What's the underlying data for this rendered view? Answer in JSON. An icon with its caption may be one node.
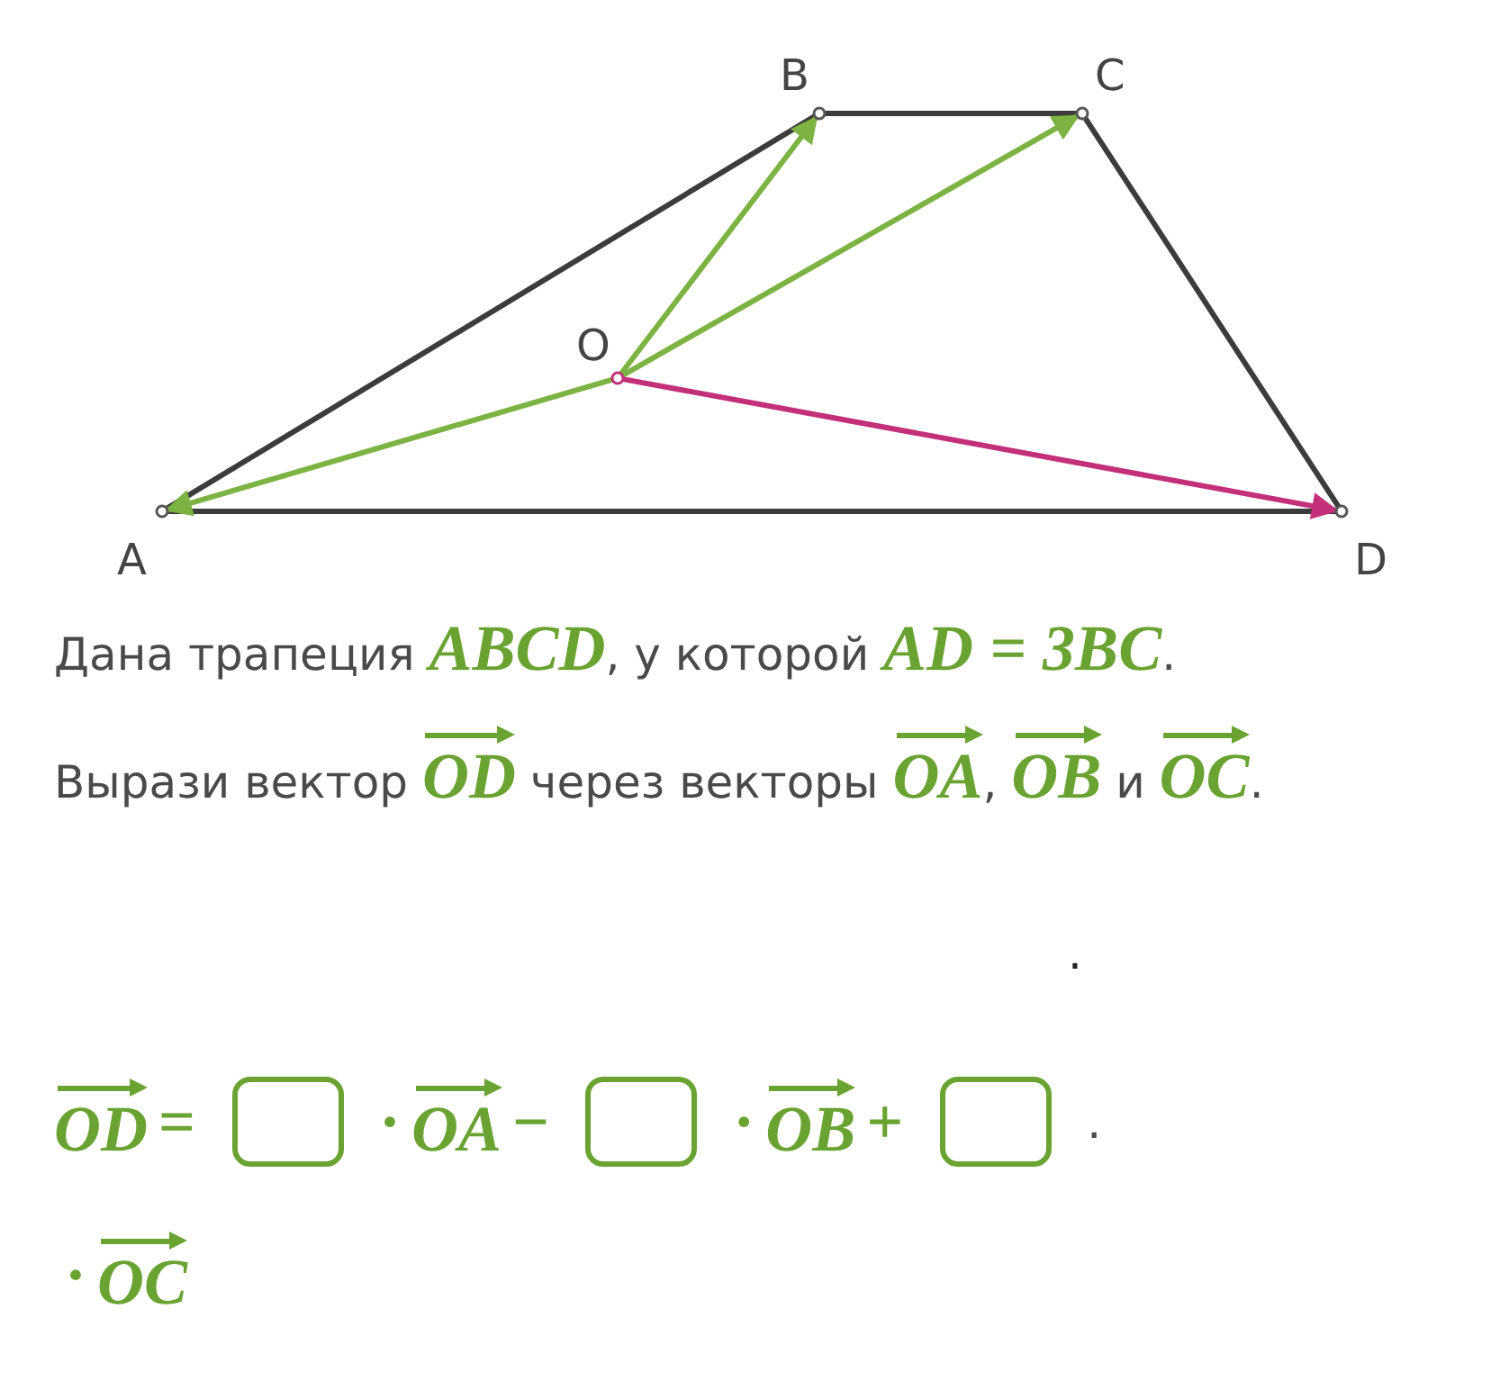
{
  "diagram": {
    "nodes": [
      {
        "text": [
          "B"
        ]
      },
      {
        "text": [
          "C"
        ]
      },
      {
        "text": [
          "O"
        ]
      },
      {
        "text": [
          "A"
        ]
      },
      {
        "text": [
          "D"
        ]
      }
    ],
    "edges": [
      {
        "from": 0,
        "to": 1,
        "arrow": "none"
      },
      {
        "from": 3,
        "to": 0,
        "arrow": "none"
      },
      {
        "from": 1,
        "to": 4,
        "arrow": "none"
      },
      {
        "from": 3,
        "to": 4,
        "arrow": "none"
      },
      {
        "from": 2,
        "to": 3,
        "arrow": "to",
        "color": "#7cb342"
      },
      {
        "from": 2,
        "to": 0,
        "arrow": "to",
        "color": "#7cb342"
      },
      {
        "from": 2,
        "to": 1,
        "arrow": "to",
        "color": "#7cb342"
      },
      {
        "from": 2,
        "to": 4,
        "arrow": "to",
        "color": "#c2307a"
      }
    ],
    "labels": [
      "Дана трапеция",
      "ABCD",
      ",",
      "у которой",
      "AD = 3BC",
      ".",
      "Вырази вектор",
      "OD",
      "через векторы",
      "OA",
      ",",
      "OB",
      "и",
      "OC",
      ".",
      ".",
      "OD",
      "=",
      "·",
      "OA",
      "−",
      "·",
      "OB",
      "+",
      ".",
      "·",
      "OC"
    ]
  }
}
